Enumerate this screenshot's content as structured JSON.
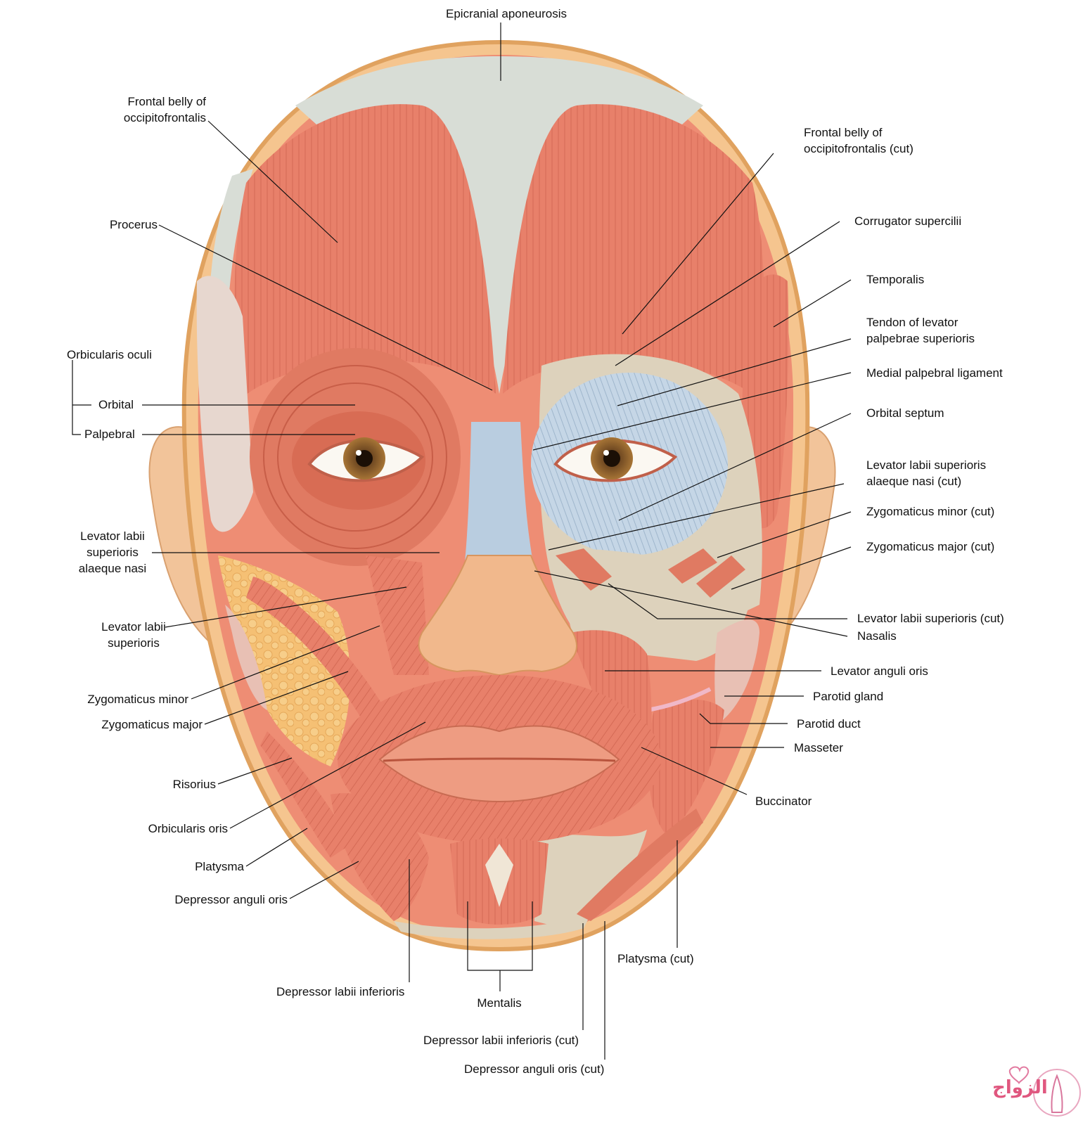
{
  "labels": {
    "epicranial": [
      "Epicranial aponeurosis"
    ],
    "frontal_left": [
      "Frontal belly of",
      "occipitofrontalis"
    ],
    "frontal_right": [
      "Frontal belly of",
      "occipitofrontalis (cut)"
    ],
    "procerus": [
      "Procerus"
    ],
    "corrugator": [
      "Corrugator supercilii"
    ],
    "temporalis": [
      "Temporalis"
    ],
    "tendon_levator": [
      "Tendon of levator",
      "palpebrae superioris"
    ],
    "orbicularis_oculi": [
      "Orbicularis oculi"
    ],
    "orbital": [
      "Orbital"
    ],
    "palpebral": [
      "Palpebral"
    ],
    "medial_ligament": [
      "Medial palpebral ligament"
    ],
    "orbital_septum": [
      "Orbital septum"
    ],
    "lev_alaeque_cut": [
      "Levator labii superioris",
      "alaeque nasi (cut)"
    ],
    "zyg_minor_cut": [
      "Zygomaticus minor (cut)"
    ],
    "zyg_major_cut": [
      "Zygomaticus major (cut)"
    ],
    "lev_alaeque": [
      "Levator labii",
      "superioris",
      "alaeque nasi"
    ],
    "lev_sup_cut": [
      "Levator labii superioris (cut)"
    ],
    "nasalis": [
      "Nasalis"
    ],
    "lev_sup": [
      "Levator labii",
      "superioris"
    ],
    "lev_anguli": [
      "Levator anguli oris"
    ],
    "zyg_minor": [
      "Zygomaticus minor"
    ],
    "parotid_gland": [
      "Parotid gland"
    ],
    "zyg_major": [
      "Zygomaticus major"
    ],
    "parotid_duct": [
      "Parotid duct"
    ],
    "masseter": [
      "Masseter"
    ],
    "risorius": [
      "Risorius"
    ],
    "buccinator": [
      "Buccinator"
    ],
    "orbicularis_oris": [
      "Orbicularis oris"
    ],
    "platysma": [
      "Platysma"
    ],
    "depressor_anguli": [
      "Depressor anguli oris"
    ],
    "platysma_cut": [
      "Platysma (cut)"
    ],
    "depressor_labii": [
      "Depressor labii inferioris"
    ],
    "mentalis": [
      "Mentalis"
    ],
    "depressor_labii_cut": [
      "Depressor labii inferioris (cut)"
    ],
    "depressor_anguli_cut": [
      "Depressor anguli oris (cut)"
    ]
  },
  "watermark": {
    "text": "الزواج"
  },
  "colors": {
    "muscle": "#e8806a",
    "muscle_dark": "#d8644f",
    "skin": "#f2c49a",
    "bone": "#ddd2bc",
    "fat": "#f5c074",
    "tendon_blue": "#b9cde0",
    "aponeurosis": "#d6dcd6",
    "iris": "#9b6a33"
  }
}
